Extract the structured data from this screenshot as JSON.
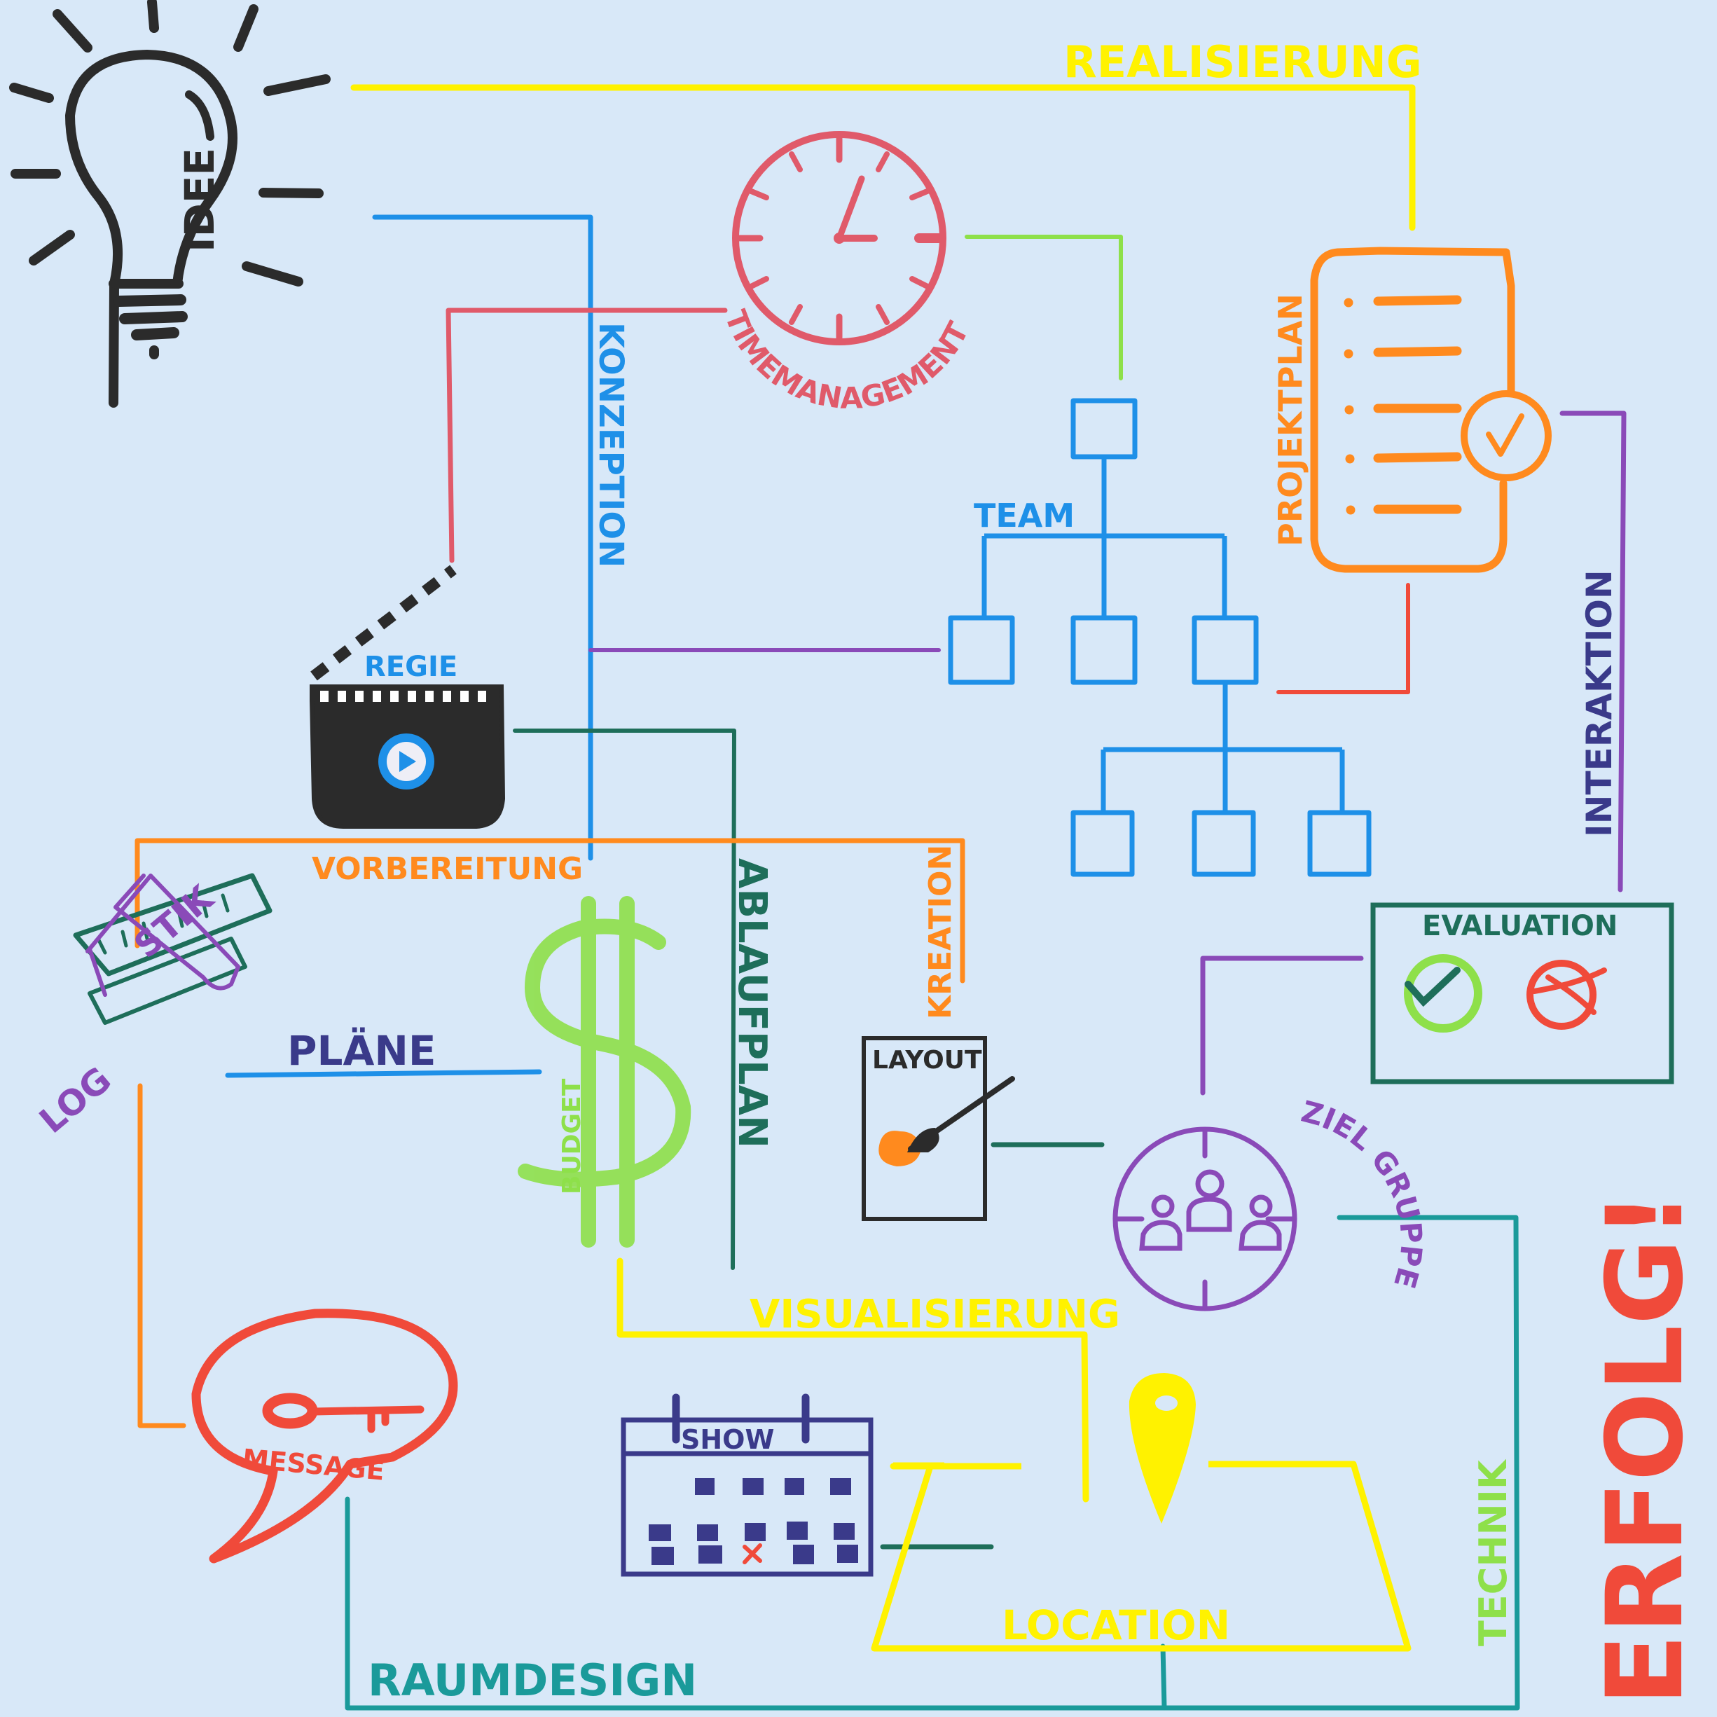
{
  "title": "Event-Planung Mindmap",
  "colors": {
    "background": "#d8e8f8",
    "black": "#2b2b2b",
    "yellow": "#fff200",
    "blue": "#1e90e8",
    "red": "#e05a6a",
    "orange": "#ff8a1e",
    "lightgreen": "#8ee04a",
    "darkgreen": "#1e6e5a",
    "purple": "#8a4ab8",
    "navy": "#3a3a8a",
    "teal": "#1a9a9a",
    "brightred": "#f04a3a"
  },
  "labels": {
    "idee": "IDEE",
    "realisierung": "REALISIERUNG",
    "timemanagement": "TIMEMANAGEMENT",
    "konzeption": "KONZEPTION",
    "projektplan": "PROJEKTPLAN",
    "team": "TEAM",
    "interaktion": "INTERAKTION",
    "regie": "REGIE",
    "vorbereitung": "VORBEREITUNG",
    "ablaufplan": "ABLAUFPLAN",
    "kreation": "KREATION",
    "evaluation": "EVALUATION",
    "logistik_left": "LOG",
    "logistik_right": "STIK",
    "plaene": "PLÄNE",
    "budget": "BUDGET",
    "layout": "LAYOUT",
    "zielgruppe": "ZIEL GRUPPE",
    "visualisierung": "VISUALISIERUNG",
    "erfolg": "ERFOLG!",
    "message": "MESSAGE",
    "show": "SHOW",
    "technik": "TECHNIK",
    "location": "LOCATION",
    "raumdesign": "RAUMDESIGN"
  },
  "icons": {
    "lightbulb": "lightbulb-icon",
    "clock": "clock-icon",
    "checklist": "checklist-document-icon",
    "orgchart": "org-chart-icon",
    "clapperboard": "clapperboard-icon",
    "dollar": "dollar-icon",
    "ruler_pencil": "ruler-pencil-icon",
    "layout": "layout-brush-icon",
    "target_group": "target-group-icon",
    "evaluation": "evaluation-check-cross-icon",
    "speech_bubble": "speech-bubble-key-icon",
    "calendar": "calendar-icon",
    "location_pin": "location-pin-icon"
  }
}
